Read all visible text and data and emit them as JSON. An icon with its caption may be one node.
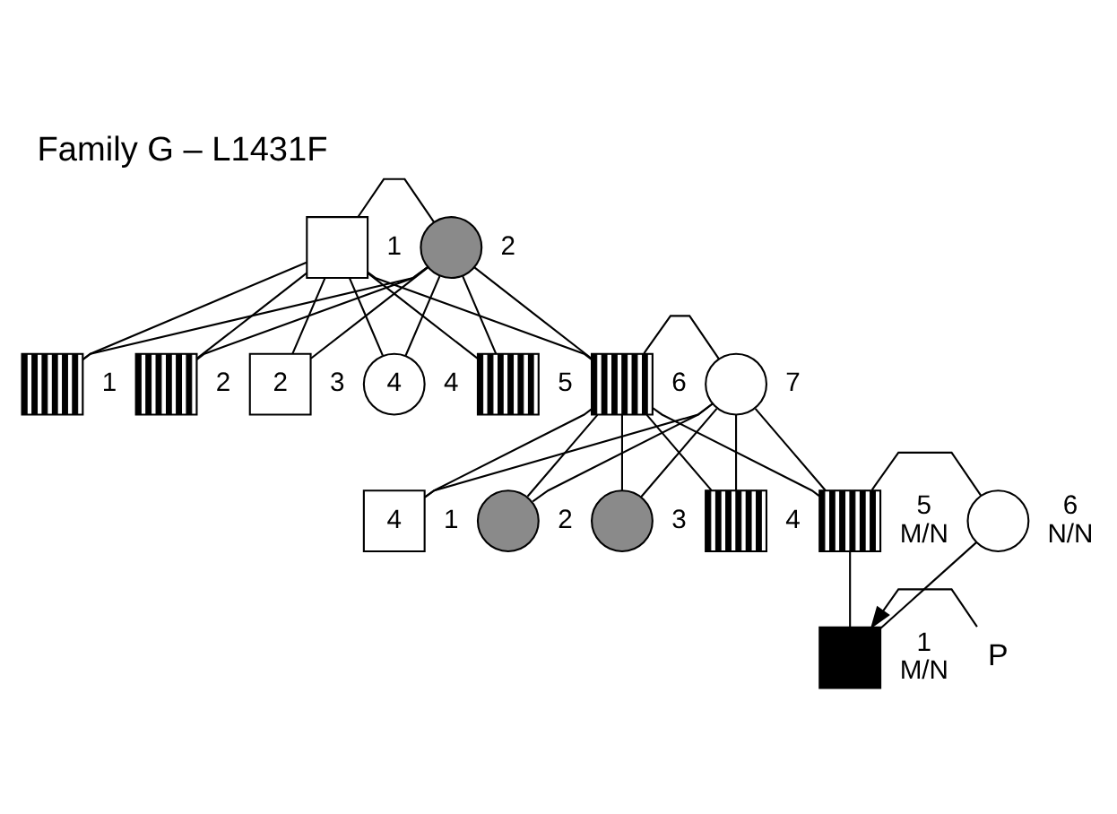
{
  "diagram": {
    "title": "Family G – L1431F",
    "nodes": [
      {
        "text": [],
        "shape": "box",
        "beside": [
          "1"
        ]
      },
      {
        "text": [],
        "shape": "circle",
        "beside": [
          "2"
        ]
      },
      {
        "text": [],
        "shape": "box",
        "beside": [
          "1"
        ]
      },
      {
        "text": [],
        "shape": "box",
        "beside": [
          "2"
        ]
      },
      {
        "text": [
          "2"
        ],
        "beside": [
          "3"
        ]
      },
      {
        "text": [
          "4"
        ],
        "beside": [
          "4"
        ]
      },
      {
        "text": [],
        "shape": "box",
        "beside": [
          "5"
        ]
      },
      {
        "text": [],
        "shape": "box",
        "beside": [
          "6"
        ]
      },
      {
        "text": [],
        "shape": "circle",
        "beside": [
          "7"
        ]
      },
      {
        "text": [
          "4"
        ],
        "beside": [
          "1"
        ]
      },
      {
        "text": [],
        "shape": "circle",
        "beside": [
          "2"
        ]
      },
      {
        "text": [],
        "shape": "circle",
        "beside": [
          "3"
        ]
      },
      {
        "text": [],
        "shape": "box",
        "beside": [
          "4"
        ]
      },
      {
        "text": [],
        "shape": "box",
        "beside": [
          "5",
          "M/N"
        ]
      },
      {
        "text": [],
        "shape": "circle",
        "beside": [
          "6",
          "N/N"
        ]
      },
      {
        "text": [],
        "shape": "box",
        "beside": [
          "1",
          "M/N"
        ]
      },
      {
        "text": [
          "P"
        ]
      }
    ],
    "edges": [
      {
        "from": 0,
        "to": 1,
        "arrow": "none"
      },
      {
        "from": 0,
        "to": 2,
        "arrow": "none"
      },
      {
        "from": 1,
        "to": 2,
        "arrow": "none"
      },
      {
        "from": 0,
        "to": 3,
        "arrow": "none"
      },
      {
        "from": 1,
        "to": 3,
        "arrow": "none"
      },
      {
        "from": 0,
        "to": 4,
        "arrow": "none"
      },
      {
        "from": 1,
        "to": 4,
        "arrow": "none"
      },
      {
        "from": 0,
        "to": 5,
        "arrow": "none"
      },
      {
        "from": 1,
        "to": 5,
        "arrow": "none"
      },
      {
        "from": 0,
        "to": 6,
        "arrow": "none"
      },
      {
        "from": 1,
        "to": 6,
        "arrow": "none"
      },
      {
        "from": 0,
        "to": 7,
        "arrow": "none"
      },
      {
        "from": 1,
        "to": 7,
        "arrow": "none"
      },
      {
        "from": 7,
        "to": 8,
        "arrow": "none"
      },
      {
        "from": 7,
        "to": 9,
        "arrow": "none"
      },
      {
        "from": 8,
        "to": 9,
        "arrow": "none"
      },
      {
        "from": 7,
        "to": 10,
        "arrow": "none"
      },
      {
        "from": 8,
        "to": 10,
        "arrow": "none"
      },
      {
        "from": 7,
        "to": 11,
        "arrow": "none"
      },
      {
        "from": 8,
        "to": 11,
        "arrow": "none"
      },
      {
        "from": 7,
        "to": 12,
        "arrow": "none"
      },
      {
        "from": 8,
        "to": 12,
        "arrow": "none"
      },
      {
        "from": 7,
        "to": 13,
        "arrow": "none"
      },
      {
        "from": 8,
        "to": 13,
        "arrow": "none"
      },
      {
        "from": 13,
        "to": 14,
        "arrow": "none"
      },
      {
        "from": 13,
        "to": 15,
        "arrow": "none"
      },
      {
        "from": 14,
        "to": 15,
        "arrow": "none"
      },
      {
        "from": 16,
        "to": 15,
        "arrow": "to"
      }
    ]
  }
}
